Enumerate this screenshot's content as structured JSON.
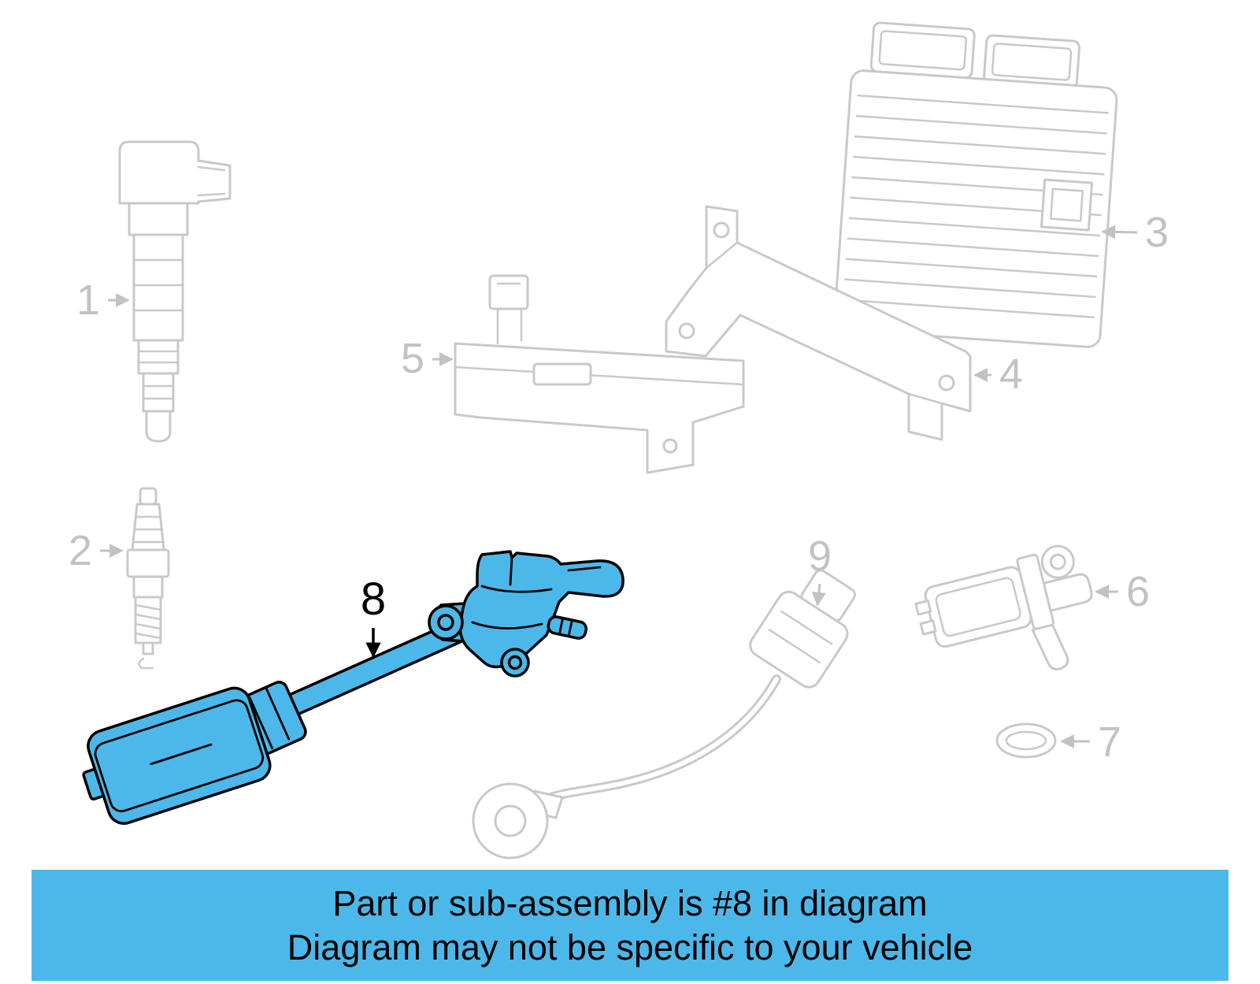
{
  "colors": {
    "highlight": "#4cb8ea",
    "outline_gray": "#c9c9c9",
    "label_gray": "#c2c2c2",
    "banner_background": "#4cb8ea",
    "banner_text": "#000000"
  },
  "diagram": {
    "highlighted_part": "8",
    "labels": [
      {
        "id": "1",
        "part": "ignition-coil",
        "highlighted": false
      },
      {
        "id": "2",
        "part": "spark-plug",
        "highlighted": false
      },
      {
        "id": "3",
        "part": "engine-control-module",
        "highlighted": false
      },
      {
        "id": "4",
        "part": "mounting-bracket-right",
        "highlighted": false
      },
      {
        "id": "5",
        "part": "mounting-bracket-left",
        "highlighted": false
      },
      {
        "id": "6",
        "part": "camshaft-position-sensor",
        "highlighted": false
      },
      {
        "id": "7",
        "part": "o-ring-seal",
        "highlighted": false
      },
      {
        "id": "8",
        "part": "crankshaft-position-sensor",
        "highlighted": true
      },
      {
        "id": "9",
        "part": "knock-sensor",
        "highlighted": false
      }
    ]
  },
  "banner": {
    "line1": "Part or sub-assembly is #8 in diagram",
    "line2": "Diagram may not be specific to your vehicle"
  }
}
